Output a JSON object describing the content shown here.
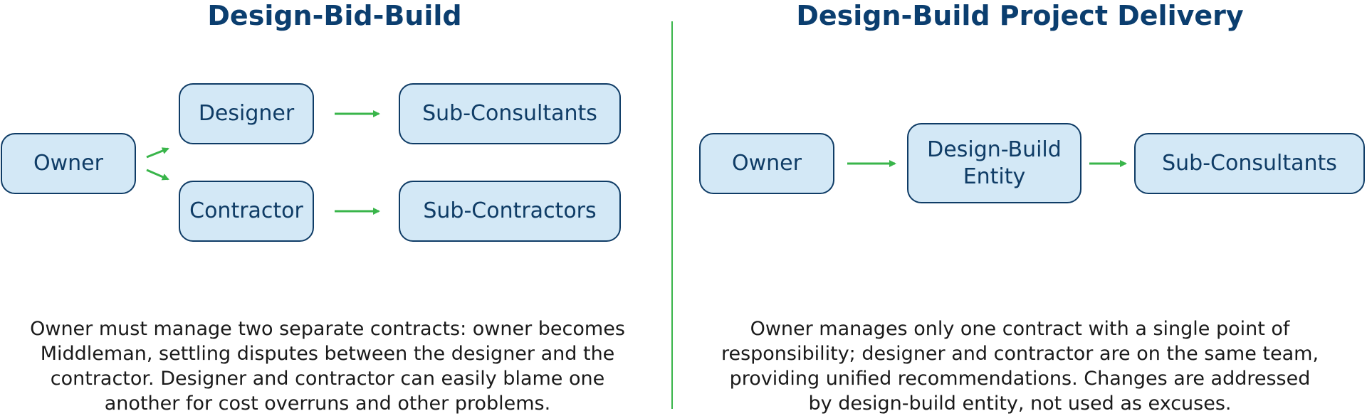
{
  "left": {
    "title": "Design-Bid-Build",
    "boxes": {
      "owner": "Owner",
      "designer": "Designer",
      "contractor": "Contractor",
      "sub_consultants": "Sub-Consultants",
      "sub_contractors": "Sub-Contractors"
    },
    "caption": {
      "line1": "Owner must manage two separate contracts: owner becomes",
      "line2": "Middleman, settling disputes between the designer and the",
      "line3": "contractor. Designer and contractor can easily blame one",
      "line4": "another for cost overruns and other problems."
    }
  },
  "right": {
    "title": "Design-Build Project Delivery",
    "boxes": {
      "owner": "Owner",
      "entity_line1": "Design-Build",
      "entity_line2": "Entity",
      "sub_consultants": "Sub-Consultants"
    },
    "caption": {
      "line1": "Owner manages only one contract with a single point of",
      "line2": "responsibility; designer and contractor are on the same team,",
      "line3": "providing unified recommendations. Changes are addressed",
      "line4": "by design-build entity, not used as excuses."
    }
  },
  "colors": {
    "box_fill": "#d3e8f6",
    "box_border": "#0f3c66",
    "title": "#0b3e6f",
    "arrow": "#39b54a",
    "divider": "#39b54a"
  }
}
